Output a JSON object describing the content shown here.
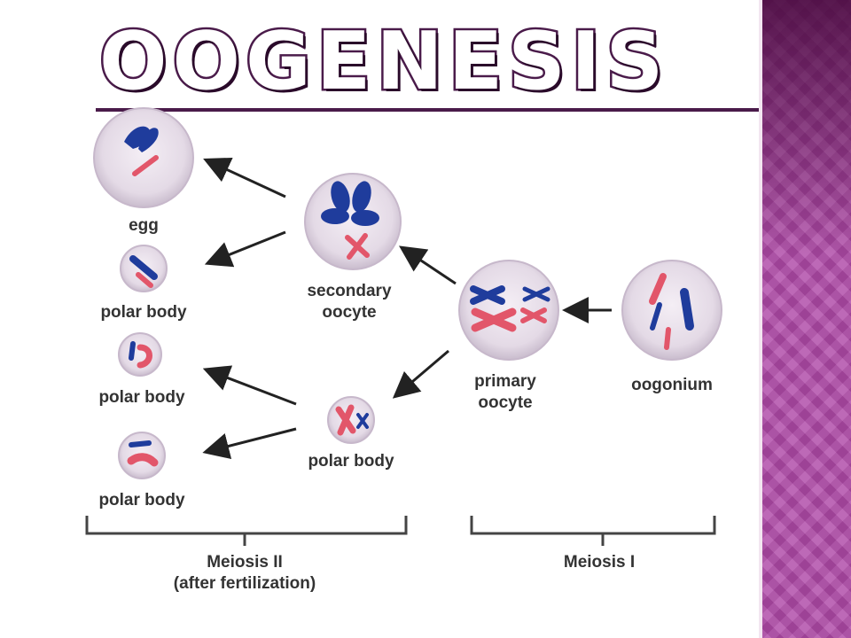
{
  "title": "OOGENESIS",
  "labels": {
    "egg": "egg",
    "polar_body": "polar body",
    "secondary_1": "secondary",
    "secondary_2": "oocyte",
    "primary_1": "primary",
    "primary_2": "oocyte",
    "oogonium": "oogonium",
    "meiosis_2_1": "Meiosis II",
    "meiosis_2_2": "(after fertilization)",
    "meiosis_1": "Meiosis I"
  },
  "colors": {
    "title_outline": "#4a1b4a",
    "cell_fill": "#e6dde8",
    "chrom_blue": "#1f3c9c",
    "chrom_red": "#e2566a",
    "arrow": "#222222",
    "panel": "#b04aa8"
  }
}
